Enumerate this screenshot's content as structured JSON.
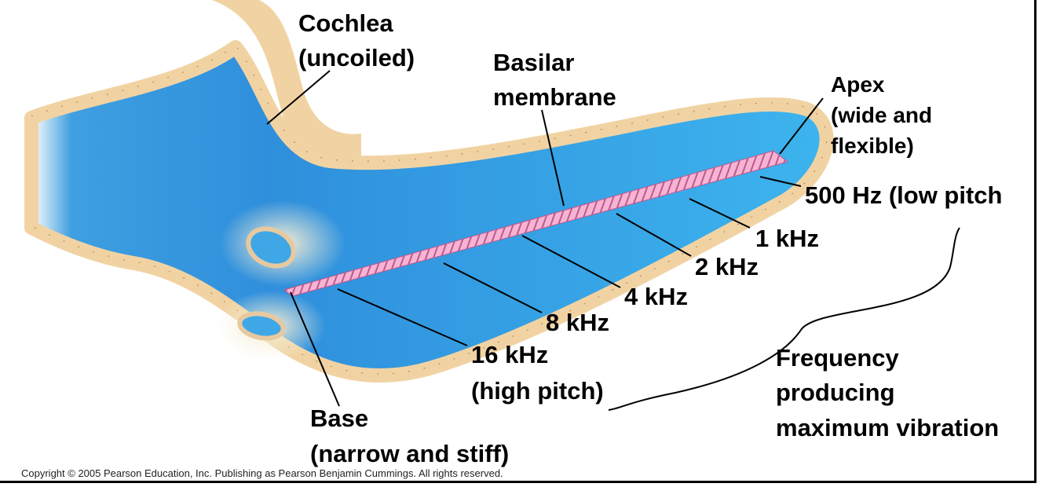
{
  "labels": {
    "cochlea": [
      "Cochlea",
      "(uncoiled)"
    ],
    "basilar": [
      "Basilar",
      "membrane"
    ],
    "apex": [
      "Apex",
      "(wide and",
      "flexible)"
    ],
    "f500": "500 Hz (low pitch",
    "f1k": "1 kHz",
    "f2k": "2 kHz",
    "f4k": "4 kHz",
    "f8k": "8 kHz",
    "f16k": [
      "16 kHz",
      "(high pitch)"
    ],
    "base": [
      "Base",
      "(narrow and stiff)"
    ],
    "frequency": [
      "Frequency",
      "producing",
      "maximum vibration"
    ]
  },
  "copyright": "Copyright ©  2005 Pearson Education, Inc. Publishing as Pearson Benjamin Cummings. All rights reserved.",
  "colors": {
    "fluid": "#3aa9e6",
    "wall": "#f3d9ae",
    "membrane": "#f4a3c8"
  }
}
